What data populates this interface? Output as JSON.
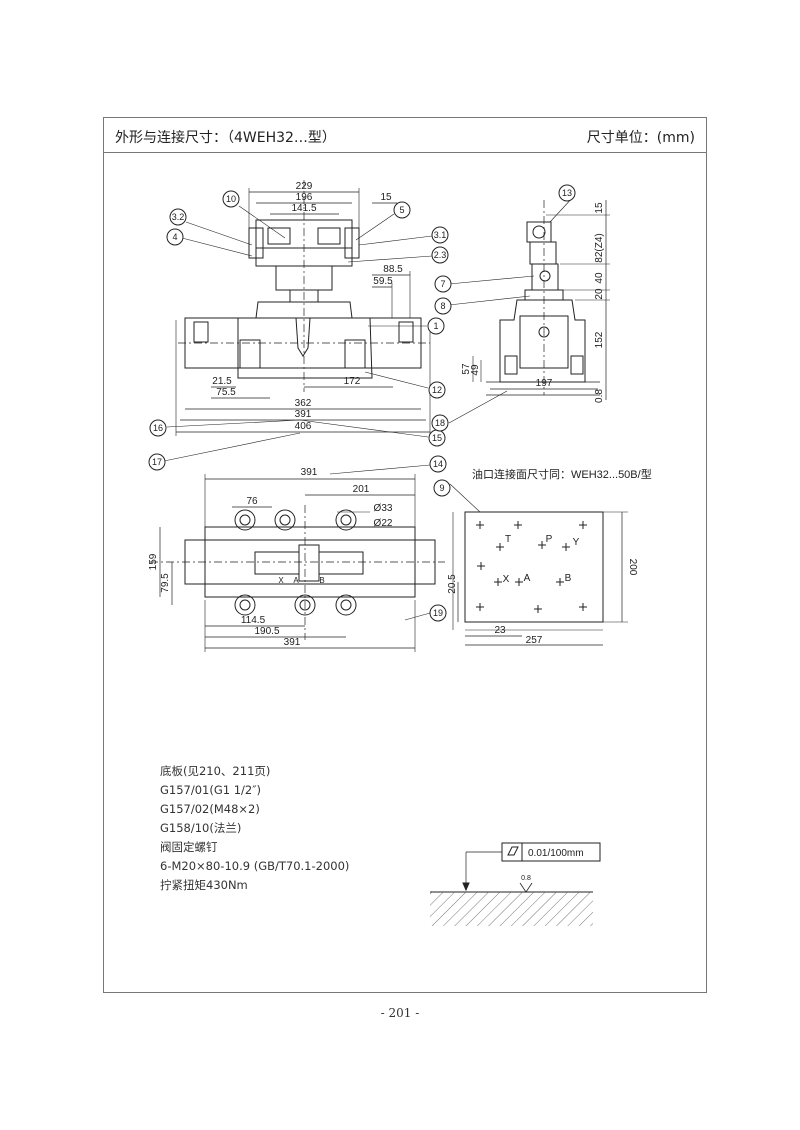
{
  "header": {
    "title": "外形与连接尺寸：（4WEH32…型）",
    "unit": "尺寸单位：(mm)"
  },
  "front_view": {
    "dims": [
      "229",
      "196",
      "141.5",
      "15",
      "88.5",
      "59.5",
      "21.5",
      "75.5",
      "172",
      "362",
      "391",
      "406"
    ],
    "callouts": [
      "10",
      "3.2",
      "4",
      "5",
      "3.1",
      "2.3",
      "1",
      "12",
      "16",
      "15",
      "17"
    ]
  },
  "side_view": {
    "dims": [
      "15",
      "82(Z4)",
      "40",
      "20",
      "152",
      "57",
      "49",
      "197",
      "0.8"
    ],
    "callouts": [
      "13",
      "7",
      "8",
      "18"
    ]
  },
  "top_view": {
    "dims": [
      "391",
      "76",
      "201",
      "Ø33",
      "Ø22",
      "159",
      "79.5",
      "114.5",
      "190.5",
      "391"
    ],
    "callouts": [
      "14",
      "19"
    ],
    "port_labels": [
      "X",
      "A",
      "B"
    ]
  },
  "port_pattern": {
    "title": "油口连接面尺寸同：WEH32...50B/型",
    "callout": "9",
    "ports": [
      "T",
      "P",
      "Y",
      "X",
      "A",
      "B"
    ],
    "dims": [
      "200",
      "20.5",
      "23",
      "257"
    ]
  },
  "notes": [
    "底板(见210、211页)",
    "G157/01(G1 1/2″)",
    "G157/02(M48×2)",
    "G158/10(法兰)",
    "阀固定螺钉",
    "6-M20×80-10.9  (GB/T70.1-2000)",
    "拧紧扭矩430Nm"
  ],
  "surface_spec": {
    "flatness": "0.01/100mm",
    "roughness": "0.8"
  },
  "page_number": "- 201 -"
}
